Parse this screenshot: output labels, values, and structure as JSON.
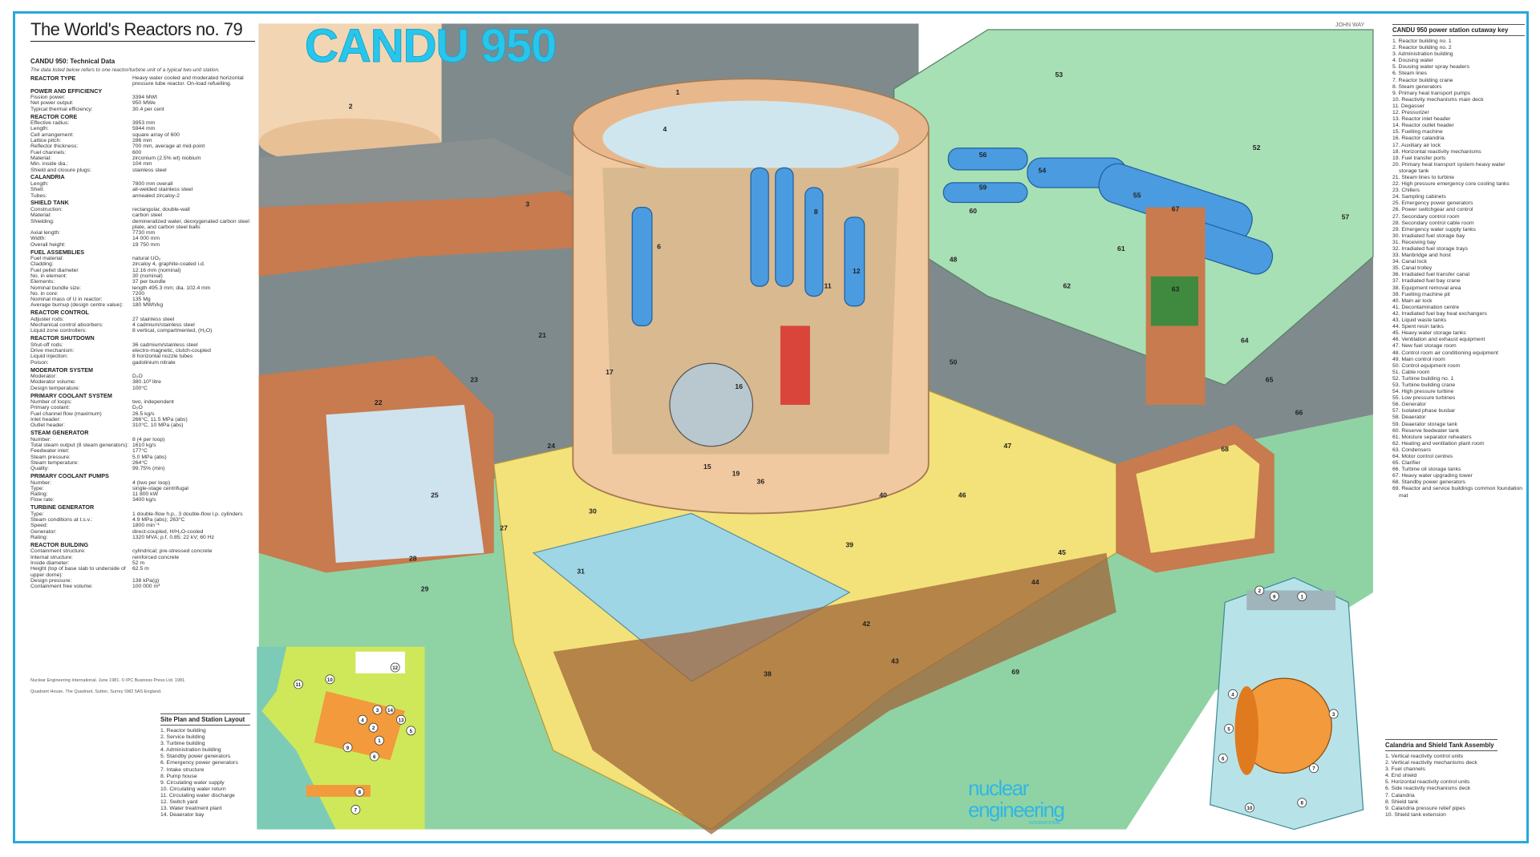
{
  "poster": {
    "series_title": "The World's Reactors no. 79",
    "main_title": "CANDU 950",
    "artist": "JOHN WAY",
    "logo": {
      "line1": "nuclear",
      "line2": "engineering",
      "line3": "INTERNATIONAL"
    },
    "colors": {
      "frame": "#2aa7dc",
      "title": "#29c6ec",
      "logo": "#33b5e5",
      "turbine_hall": "#a8e0b5",
      "service_building": "#f3e27a",
      "containment": "#f0c9a0"
    }
  },
  "technical_data": {
    "title": "CANDU 950: Technical Data",
    "note": "The data listed below refers to one reactor/turbine unit of a typical two-unit station.",
    "sections": [
      {
        "heading": "REACTOR TYPE",
        "rows": [
          [
            "",
            "Heavy water cooled and moderated horizontal pressure tube reactor. On-load refuelling."
          ]
        ]
      },
      {
        "heading": "POWER AND EFFICIENCY",
        "rows": [
          [
            "Fission power:",
            "3394 MWt"
          ],
          [
            "Net power output:",
            "950 MWe"
          ],
          [
            "Typical thermal efficiency:",
            "30.4 per cent"
          ]
        ]
      },
      {
        "heading": "REACTOR CORE",
        "rows": [
          [
            "Effective radius:",
            "3953 mm"
          ],
          [
            "Length:",
            "5944 mm"
          ],
          [
            "Cell arrangement:",
            "square array of 600"
          ],
          [
            "Lattice pitch:",
            "286 mm"
          ],
          [
            "Reflector thickness:",
            "700 mm, average at mid-point"
          ],
          [
            "Fuel channels:",
            "600"
          ],
          [
            "  Material:",
            "zirconium (2.5% wt) niobium"
          ],
          [
            "  Min. inside dia.:",
            "104 mm"
          ],
          [
            "  Shield and closure plugs:",
            "stainless steel"
          ]
        ]
      },
      {
        "heading": "CALANDRIA",
        "rows": [
          [
            "Length:",
            "7800 mm overall"
          ],
          [
            "Shell:",
            "all-welded stainless steel"
          ],
          [
            "Tubes:",
            "annealed zircaloy-2"
          ]
        ]
      },
      {
        "heading": "SHIELD TANK",
        "rows": [
          [
            "Construction:",
            "rectangular, double-wall"
          ],
          [
            "Material:",
            "carbon steel"
          ],
          [
            "Shielding:",
            "demineralized water, deoxygenated carbon steel plate, and carbon steel balls"
          ],
          [
            "Axial length:",
            "7730 mm"
          ],
          [
            "Width:",
            "14 000 mm"
          ],
          [
            "Overall height:",
            "19 750 mm"
          ]
        ]
      },
      {
        "heading": "FUEL ASSEMBLIES",
        "rows": [
          [
            "Fuel material:",
            "natural UO₂"
          ],
          [
            "Cladding:",
            "zircaloy 4, graphite-coated i.d."
          ],
          [
            "Fuel pellet diameter",
            "12.16 mm (nominal)"
          ],
          [
            "  No. in element:",
            "30 (nominal)"
          ],
          [
            "Elements:",
            "37 per bundle"
          ],
          [
            "Nominal bundle size:",
            "length 495.3 mm; dia. 102.4 mm"
          ],
          [
            "  No. in core:",
            "7200"
          ],
          [
            "Nominal mass of U in reactor:",
            "135 Mg"
          ],
          [
            "Average burnup (design centre value):",
            "180 MWh/kg"
          ]
        ]
      },
      {
        "heading": "REACTOR CONTROL",
        "rows": [
          [
            "Adjuster rods:",
            "27 stainless steel"
          ],
          [
            "Mechanical control absorbers:",
            "4 cadmium/stainless steel"
          ],
          [
            "Liquid zone controllers:",
            "8 vertical, compartmented, (H₂O)"
          ]
        ]
      },
      {
        "heading": "REACTOR SHUTDOWN",
        "rows": [
          [
            "Shut-off rods:",
            "36 cadmium/stainless steel"
          ],
          [
            "  Drive mechanism:",
            "electro-magnetic, clutch-coupled"
          ],
          [
            "Liquid injection:",
            "8 horizontal nozzle tubes"
          ],
          [
            "  Poison:",
            "gadolinium nitrate"
          ]
        ]
      },
      {
        "heading": "MODERATOR SYSTEM",
        "rows": [
          [
            "Moderator:",
            "D₂O"
          ],
          [
            "Moderator volume:",
            "380.10³ litre"
          ],
          [
            "Design temperature:",
            "100°C"
          ]
        ]
      },
      {
        "heading": "PRIMARY COOLANT SYSTEM",
        "rows": [
          [
            "Number of loops:",
            "two, independent"
          ],
          [
            "Primary coolant:",
            "D₂O"
          ],
          [
            "Fuel channel flow (maximum)",
            "26.5 kg/s"
          ],
          [
            "Inlet header:",
            "266°C, 11.5 MPa (abs)"
          ],
          [
            "Outlet header:",
            "310°C, 10 MPa (abs)"
          ]
        ]
      },
      {
        "heading": "STEAM GENERATOR",
        "rows": [
          [
            "Number:",
            "8 (4 per loop)"
          ],
          [
            "Total steam output (8 steam generators):",
            "1610 kg/s"
          ],
          [
            "Feedwater inlet:",
            "177°C"
          ],
          [
            "Steam pressure:",
            "5.0 MPa (abs)"
          ],
          [
            "Steam temperature:",
            "264°C"
          ],
          [
            "Quality:",
            "99.75% (min)"
          ]
        ]
      },
      {
        "heading": "PRIMARY COOLANT PUMPS",
        "rows": [
          [
            "Number:",
            "4 (two per loop)"
          ],
          [
            "Type:",
            "single-stage centrifugal"
          ],
          [
            "Rating:",
            "11 800 kW"
          ],
          [
            "Flow rate:",
            "3400 kg/s"
          ]
        ]
      },
      {
        "heading": "TURBINE GENERATOR",
        "rows": [
          [
            "Type:",
            "1 double-flow h.p., 3 double-flow l.p. cylinders"
          ],
          [
            "Steam conditions at t.s.v.:",
            "4.9 MPa (abs); 263°C"
          ],
          [
            "Speed:",
            "1800 min⁻¹"
          ],
          [
            "Generator:",
            "direct-coupled, H/H₂O-cooled"
          ],
          [
            "  Rating:",
            "1320 MVA; p.f. 0.85; 22 kV; 60 Hz"
          ]
        ]
      },
      {
        "heading": "REACTOR BUILDING",
        "rows": [
          [
            "Containment structure:",
            "cylindrical; pre-stressed concrete"
          ],
          [
            "Internal structure:",
            "reinforced concrete"
          ],
          [
            "Inside diameter:",
            "52 m"
          ],
          [
            "Height (top of base slab to underside of upper dome):",
            "62.5 m"
          ],
          [
            "Design pressure:",
            "138 kPa(g)"
          ],
          [
            "Containment free volume:",
            "100 000 m³"
          ]
        ]
      }
    ],
    "credits": [
      "Nuclear Engineering International.   June 1981. © IPC Business Press Ltd. 1981.",
      "Quadrant House, The Quadrant, Sutton, Surrey SM2 5AS England."
    ]
  },
  "cutaway_key": {
    "title": "CANDU 950 power station cutaway key",
    "items": [
      "1. Reactor building no. 1",
      "2. Reactor building no. 2",
      "3. Administration building",
      "4. Dousing water",
      "5. Dousing water spray headers",
      "6. Steam lines",
      "7. Reactor building crane",
      "8. Steam generators",
      "9. Primary heat transport pumps",
      "10. Reactivity mechanisms main deck",
      "11. Degasser",
      "12. Pressurizer",
      "13. Reactor inlet header",
      "14. Reactor outlet header",
      "15. Fuelling machine",
      "16. Reactor calandria",
      "17. Auxiliary air lock",
      "18. Horizontal reactivity mechanisms",
      "19. Fuel transfer ports",
      "20. Primary heat transport system heavy water storage tank",
      "21. Steam lines to turbine",
      "22. High pressure emergency core cooling tanks",
      "23. Chillers",
      "24. Sampling cabinets",
      "25. Emergency power generators",
      "26. Power switchgear and control",
      "27. Secondary control room",
      "28. Secondary control cable room",
      "29. Emergency water supply tanks",
      "30. Irradiated fuel storage bay",
      "31. Receiving bay",
      "32. Irradiated fuel storage trays",
      "33. Manbridge and hoist",
      "34. Canal lock",
      "35. Canal trolley",
      "36. Irradiated fuel transfer canal",
      "37. Irradiated fuel bay crane",
      "38. Equipment removal area",
      "39. Fuelling machine pit",
      "40. Main air lock",
      "41. Decontamination centre",
      "42. Irradiated fuel bay heat exchangers",
      "43. Liquid waste tanks",
      "44. Spent resin tanks",
      "45. Heavy water storage tanks",
      "46. Ventilation and exhaust equipment",
      "47. New fuel storage room",
      "48. Control room air conditioning equipment",
      "49. Main control room",
      "50. Control equipment room",
      "51. Cable room",
      "52. Turbine building no. 1",
      "53. Turbine building crane",
      "54. High pressure turbine",
      "55. Low pressure turbines",
      "56. Generator",
      "57. Isolated phase busbar",
      "58. Deaerator",
      "59. Deaerator storage tank",
      "60. Reserve feedwater tank",
      "61. Moisture separator reheaters",
      "62. Heating and ventilation plant room",
      "63. Condensers",
      "64. Motor control centres",
      "65. Clarifier",
      "66. Turbine oil storage tanks",
      "67. Heavy water upgrading tower",
      "68. Standby power generators",
      "69. Reactor and service buildings common foundation mat"
    ]
  },
  "site_plan": {
    "title": "Site Plan and Station Layout",
    "items": [
      "1. Reactor building",
      "2. Service building",
      "3. Turbine building",
      "4. Administration building",
      "5. Standby power generators",
      "6. Emergency power generators",
      "7. Intake structure",
      "8. Pump house",
      "9. Circulating water supply",
      "10. Circulating water return",
      "11. Circulating water discharge",
      "12. Switch yard",
      "13. Water treatment plant",
      "14. Deaerator bay"
    ],
    "callouts": [
      "1",
      "2",
      "3",
      "4",
      "5",
      "6",
      "7",
      "8",
      "9",
      "10",
      "11",
      "12",
      "13",
      "14"
    ]
  },
  "calandria_key": {
    "title": "Calandria and Shield Tank Assembly",
    "items": [
      "1. Vertical reactivity control units",
      "2. Vertical reactivity mechanisms deck",
      "3. Fuel channels",
      "4. End shield",
      "5. Horizontal reactivity control units",
      "6. Side reactivity mechanisms deck",
      "7. Calandria",
      "8. Shield tank",
      "9. Calandria pressure relief pipes",
      "10. Shield tank extension"
    ],
    "callouts": [
      "1",
      "2",
      "3",
      "4",
      "5",
      "6",
      "7",
      "8",
      "9",
      "10"
    ]
  },
  "cutaway_callouts": [
    "1",
    "2",
    "3",
    "4",
    "6",
    "8",
    "11",
    "12",
    "15",
    "16",
    "17",
    "19",
    "21",
    "22",
    "23",
    "24",
    "25",
    "27",
    "28",
    "29",
    "30",
    "31",
    "36",
    "38",
    "39",
    "40",
    "42",
    "43",
    "44",
    "45",
    "46",
    "47",
    "48",
    "50",
    "52",
    "53",
    "54",
    "55",
    "56",
    "57",
    "59",
    "60",
    "61",
    "62",
    "63",
    "64",
    "65",
    "66",
    "67",
    "68",
    "69"
  ]
}
